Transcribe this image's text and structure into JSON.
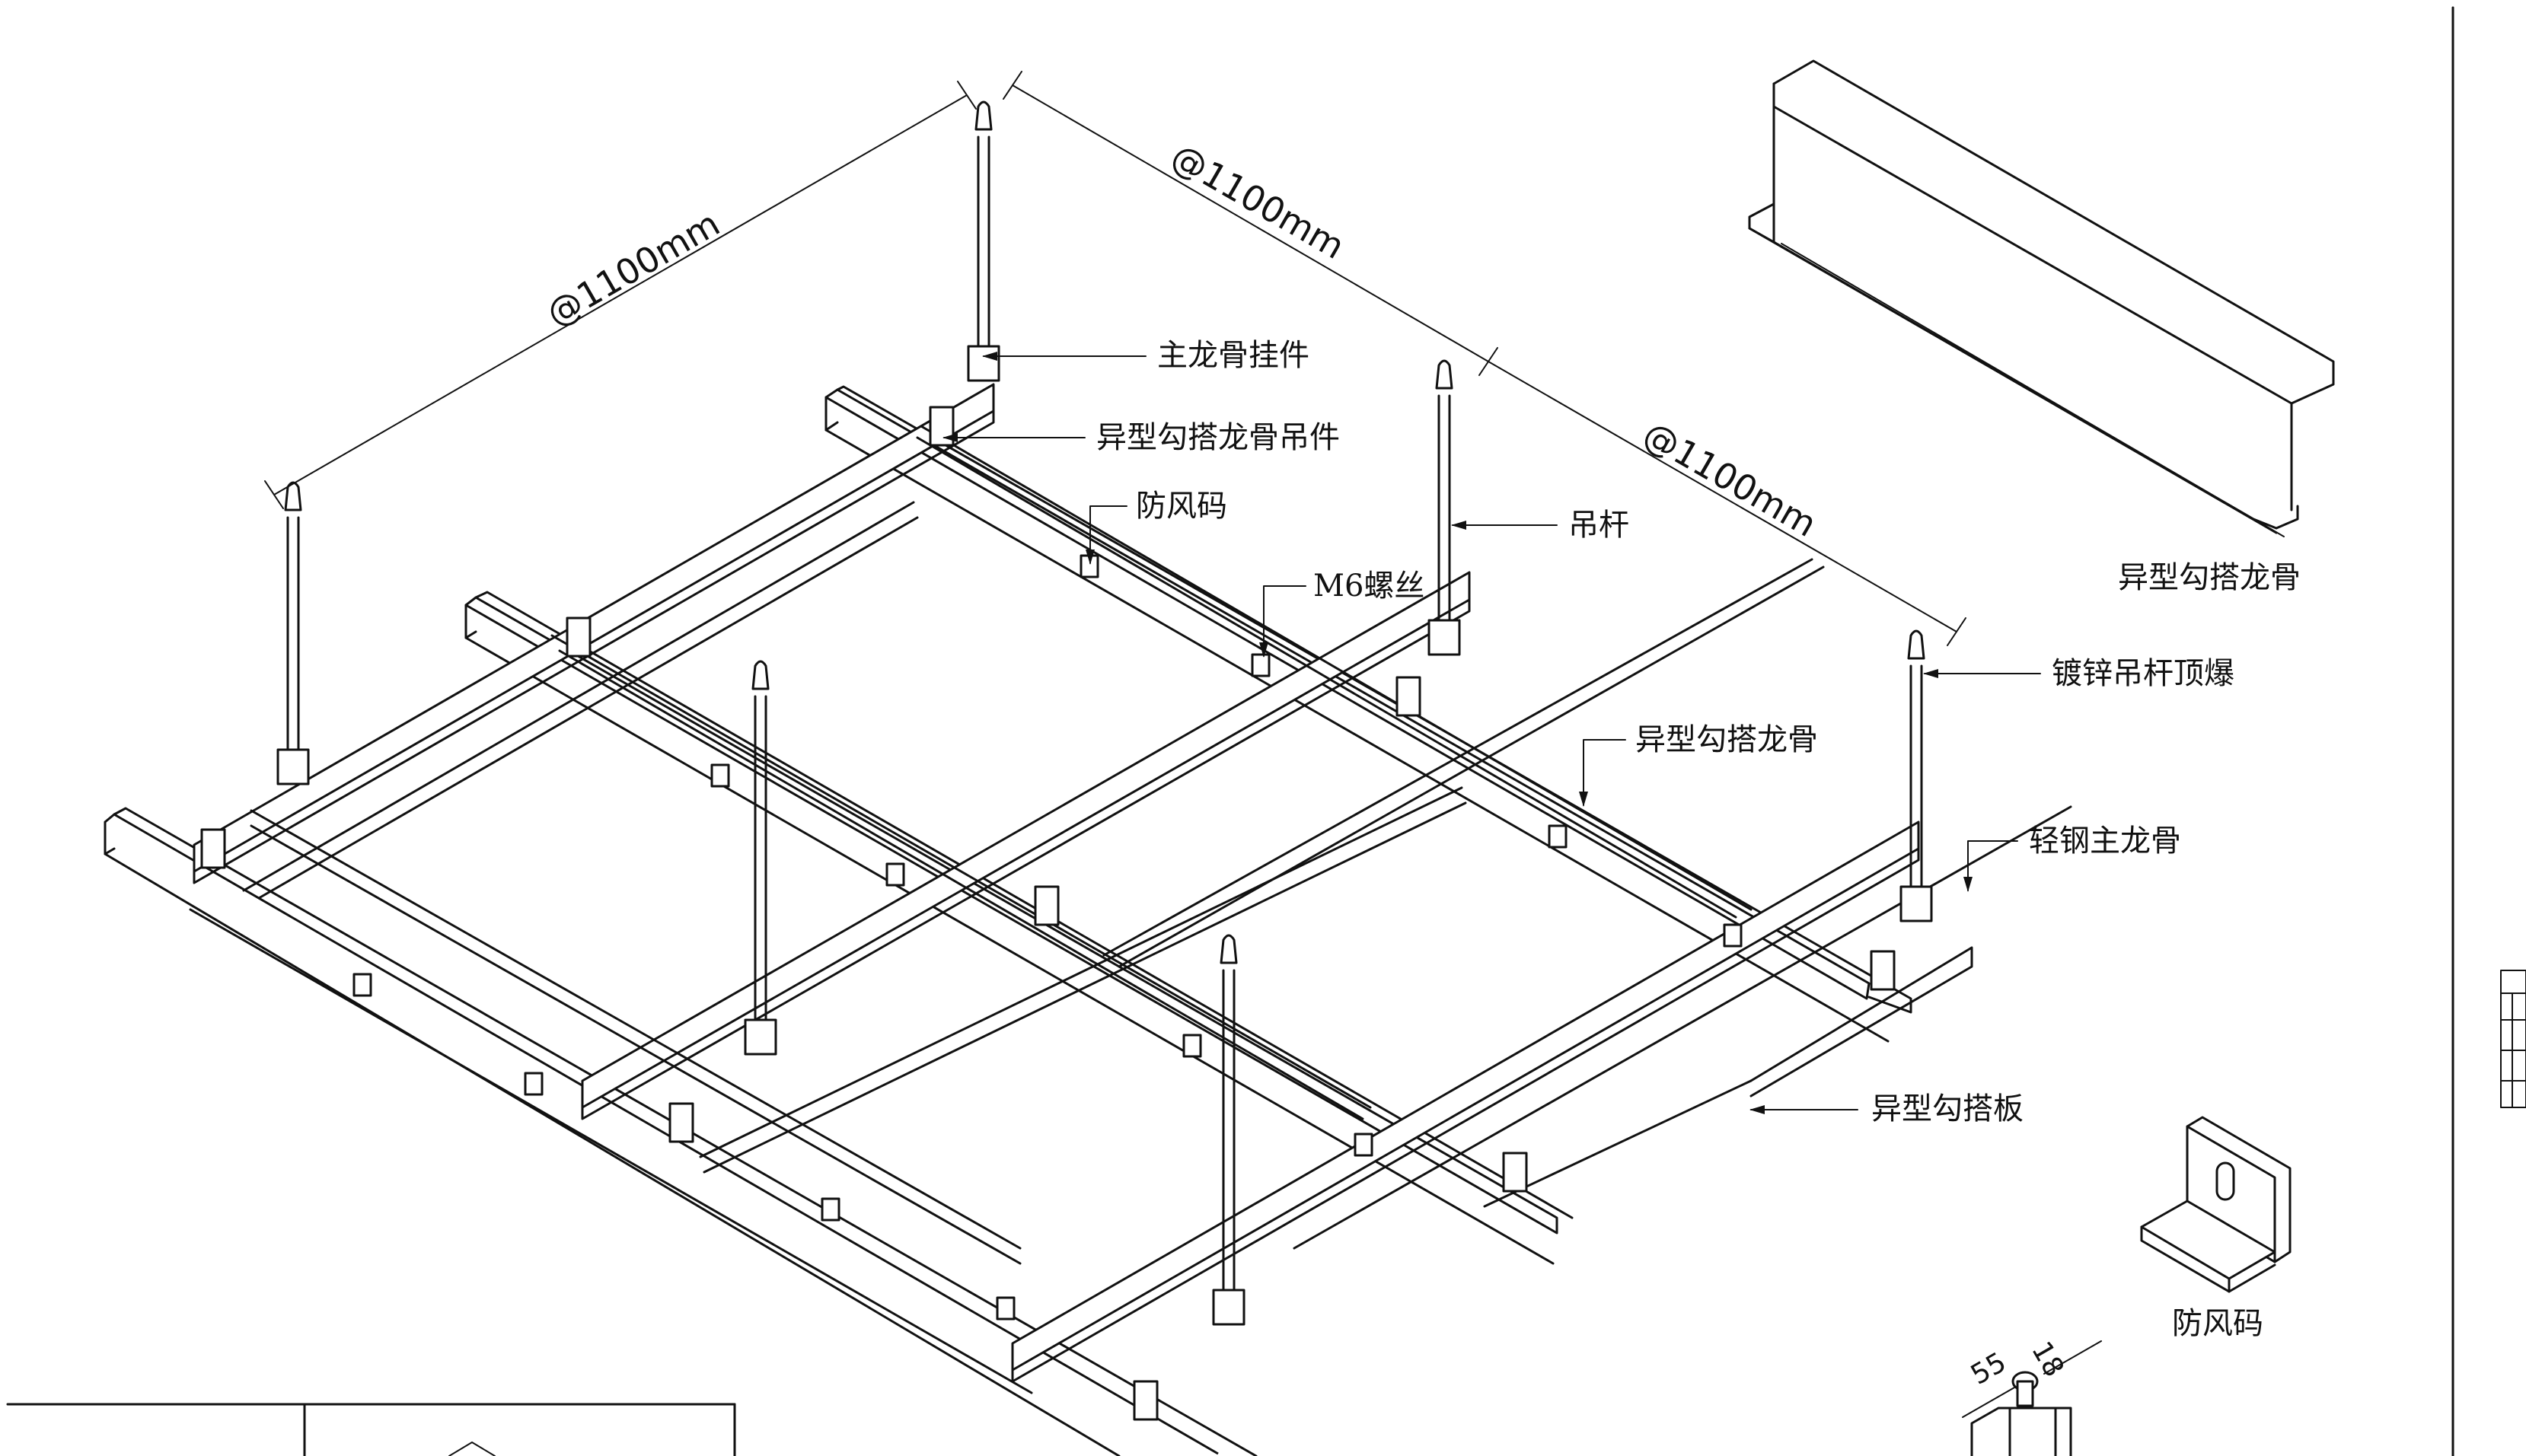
{
  "labels": {
    "main_hanger": "主龙骨挂件",
    "special_hook_hanger": "异型勾搭龙骨吊件",
    "wind_clip": "防风码",
    "m6_screw": "M6螺丝",
    "rod": "吊杆",
    "galv_rod_anchor": "镀锌吊杆顶爆",
    "special_hook_keel_mid": "异型勾搭龙骨",
    "light_steel_main_keel": "轻钢主龙骨",
    "special_hook_plate": "异型勾搭板",
    "special_hook_keel_detail": "异型勾搭龙骨",
    "wind_clip_detail": "防风码"
  },
  "dimensions": {
    "span_left": "@1100mm",
    "span_top": "@1100mm",
    "span_right": "@1100mm",
    "detail_a": "55",
    "detail_b": "18"
  }
}
